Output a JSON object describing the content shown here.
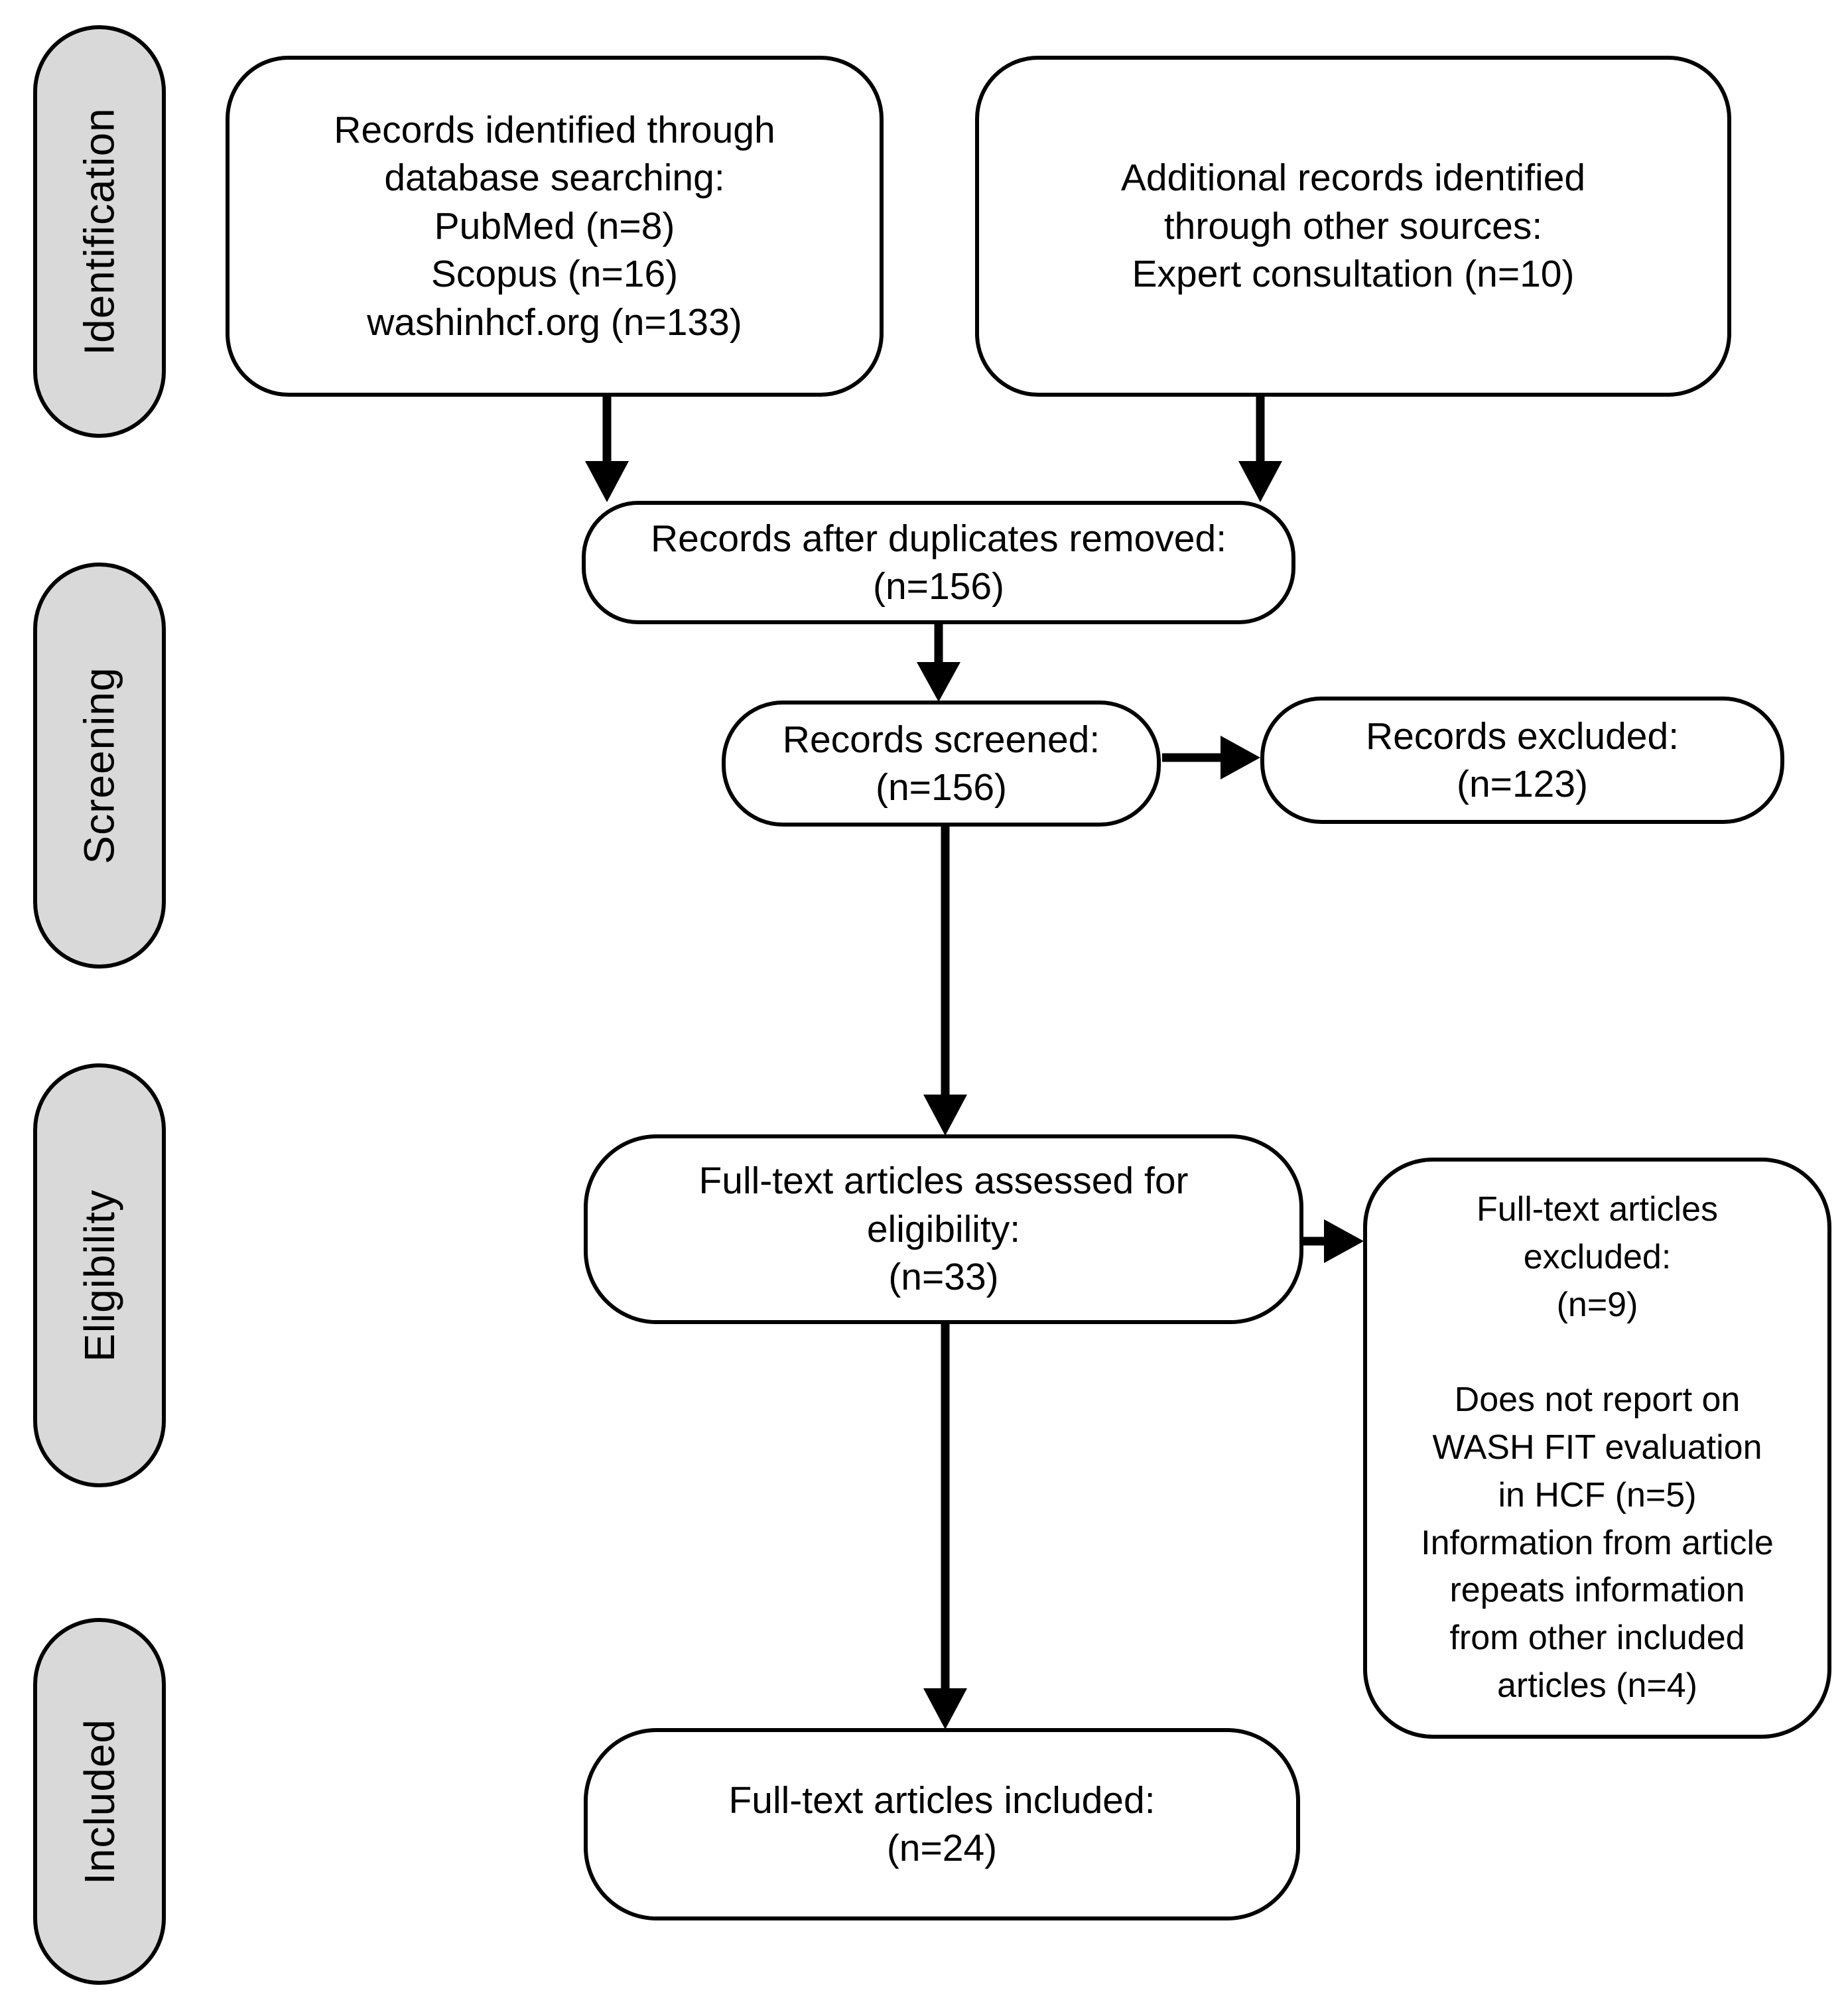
{
  "stages": [
    {
      "label": "Identification"
    },
    {
      "label": "Screening"
    },
    {
      "label": "Eligibility"
    },
    {
      "label": "Included"
    }
  ],
  "boxes": {
    "identified": {
      "text": "Records identified through\ndatabase searching:\nPubMed (n=8)\nScopus (n=16)\nwashinhcf.org (n=133)"
    },
    "other_sources": {
      "text": "Additional records identified\nthrough other sources:\nExpert consultation (n=10)"
    },
    "after_duplicates": {
      "text": "Records after duplicates removed:\n(n=156)"
    },
    "screened": {
      "text": "Records screened:\n(n=156)"
    },
    "records_excluded": {
      "text": "Records excluded:\n(n=123)"
    },
    "assessed": {
      "text": "Full-text articles assessed for\neligibility:\n(n=33)"
    },
    "fulltext_excluded": {
      "text": "Full-text articles\nexcluded:\n(n=9)\n\nDoes not report on\nWASH FIT evaluation\nin HCF (n=5)\nInformation from article\nrepeats information\nfrom other included\narticles (n=4)"
    },
    "included": {
      "text": "Full-text articles included:\n(n=24)"
    }
  },
  "colors": {
    "stage_fill": "#d9d9d9",
    "box_fill": "#ffffff",
    "stroke": "#000000",
    "background": "#ffffff"
  }
}
